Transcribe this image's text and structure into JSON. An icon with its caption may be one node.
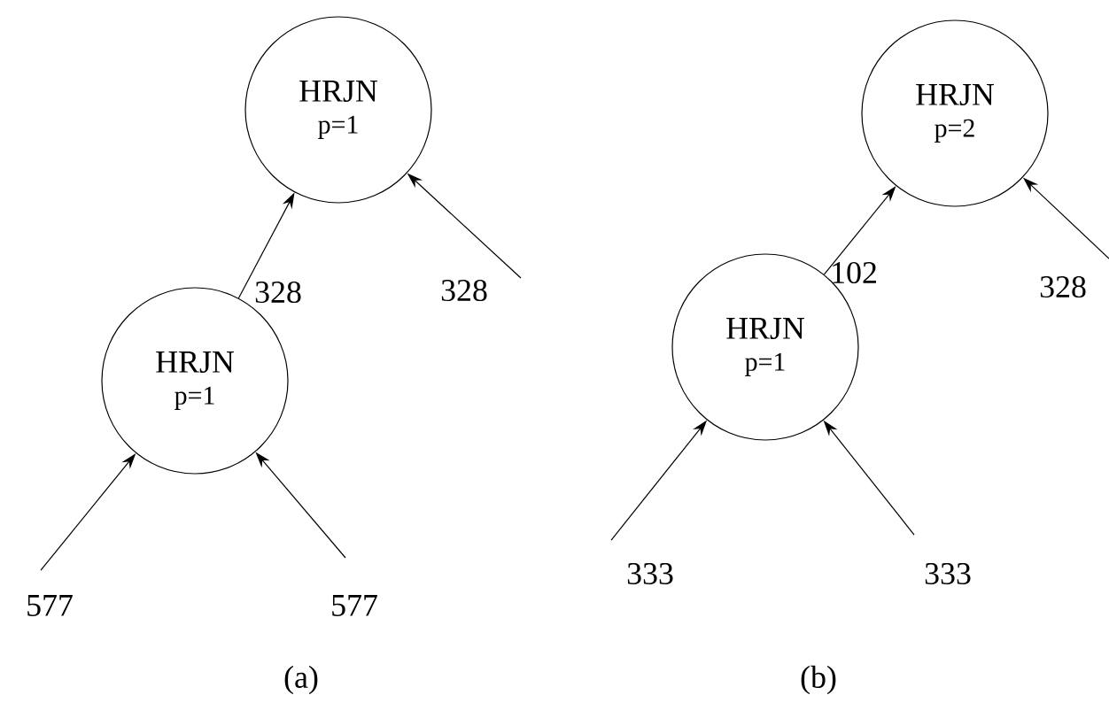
{
  "diagram": {
    "nodes": [
      {
        "text": [
          "HRJN",
          "p=1"
        ]
      },
      {
        "text": [
          "HRJN",
          "p=1"
        ]
      },
      {
        "text": [
          "HRJN",
          "p=2"
        ]
      },
      {
        "text": [
          "HRJN",
          "p=1"
        ]
      }
    ],
    "edges": [
      {
        "from": 1,
        "to": 0,
        "arrow": "to",
        "label": "328"
      },
      {
        "from": null,
        "to": 0,
        "arrow": "to",
        "label": "328"
      },
      {
        "from": null,
        "to": 1,
        "arrow": "to",
        "label": "577"
      },
      {
        "from": null,
        "to": 1,
        "arrow": "to",
        "label": "577"
      },
      {
        "from": 3,
        "to": 2,
        "arrow": "to",
        "label": "102"
      },
      {
        "from": null,
        "to": 2,
        "arrow": "to",
        "label": "328"
      },
      {
        "from": null,
        "to": 3,
        "arrow": "to",
        "label": "333"
      },
      {
        "from": null,
        "to": 3,
        "arrow": "to",
        "label": "333"
      }
    ],
    "labels": [
      "(a)",
      "(b)"
    ]
  }
}
